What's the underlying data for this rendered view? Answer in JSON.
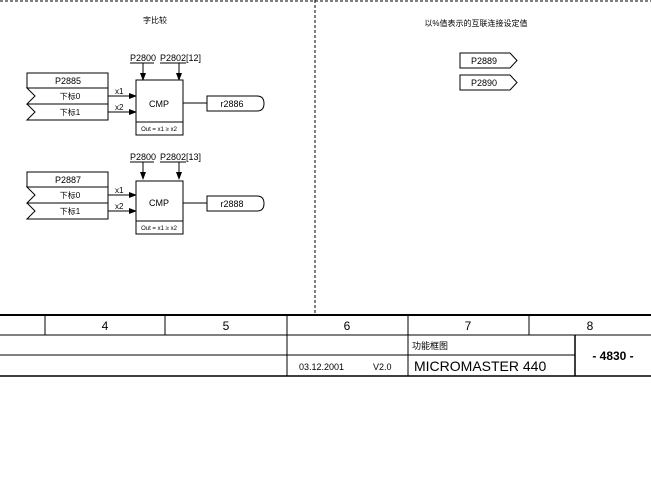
{
  "left_section": {
    "title": "字比较",
    "blocks": [
      {
        "param": "P2885",
        "index0": "下标0",
        "index1": "下标1",
        "in1": "x1",
        "in2": "x2",
        "top_param1": "P2800",
        "top_param2": "P2802[12]",
        "block": "CMP",
        "formula": "Out = x1 ≥ x2",
        "output": "r2886"
      },
      {
        "param": "P2887",
        "index0": "下标0",
        "index1": "下标1",
        "in1": "x1",
        "in2": "x2",
        "top_param1": "P2800",
        "top_param2": "P2802[13]",
        "block": "CMP",
        "formula": "Out = x1 ≥ x2",
        "output": "r2888"
      }
    ]
  },
  "right_section": {
    "title": "以%值表示的互联连接设定值",
    "connectors": [
      "P2889",
      "P2890"
    ]
  },
  "footer": {
    "columns": [
      "4",
      "5",
      "6",
      "7",
      "8"
    ],
    "label": "功能框图",
    "date": "03.12.2001",
    "version": "V2.0",
    "product": "MICROMASTER 440",
    "page": "- 4830 -"
  }
}
